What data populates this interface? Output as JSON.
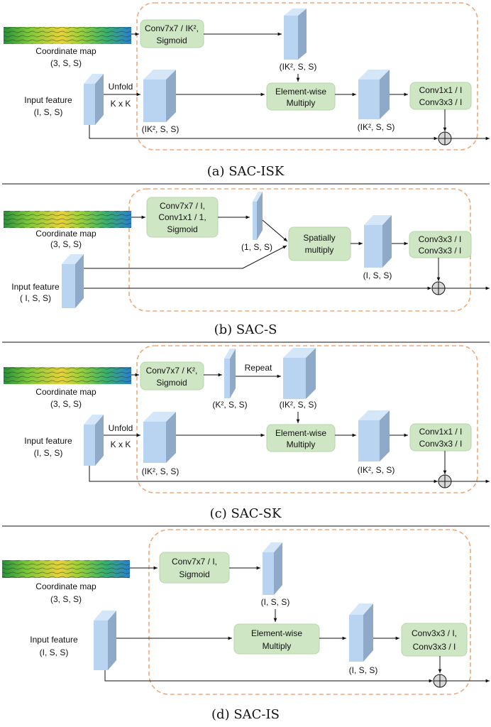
{
  "colors": {
    "block_front": "#b8d4f0",
    "block_side": "#8fa9c8",
    "op_box": "#cfe6c4",
    "container_dash": "#f0a878"
  },
  "panel_a": {
    "caption": "(a) SAC-ISK",
    "coord_label": "Coordinate map",
    "coord_shape": "(3, S, S)",
    "input_label": "Input feature",
    "input_shape": "(I, S, S)",
    "unfold": "Unfold",
    "kxk": "K x K",
    "conv_box_l1": "Conv7x7 / IK², ",
    "conv_box_l2": "Sigmoid",
    "top_shape": "(IK², S, S)",
    "unfold_shape": "(IK², S, S)",
    "mult_l1": "Element-wise",
    "mult_l2": "Multiply",
    "out_shape": "(IK², S, S)",
    "final_l1": "Conv1x1 / I",
    "final_l2": "Conv3x3 / I"
  },
  "panel_b": {
    "caption": "(b) SAC-S",
    "coord_label": "Coordinate map",
    "coord_shape": "(3, S, S)",
    "input_label": "Input feature",
    "input_shape": "( I, S, S)",
    "conv_l1": "Conv7x7 / I,",
    "conv_l2": "Conv1x1 / 1,",
    "conv_l3": "Sigmoid",
    "mask_shape": "(1, S, S)",
    "mult_l1": "Spatially",
    "mult_l2": "multiply",
    "out_shape": "(I, S, S)",
    "final_l1": "Conv3x3 / I",
    "final_l2": "Conv3x3 / I"
  },
  "panel_c": {
    "caption": "(c) SAC-SK",
    "coord_label": "Coordinate map",
    "coord_shape": "(3, S, S)",
    "input_label": "Input feature",
    "input_shape": "(I, S, S)",
    "conv_l1": "Conv7x7 / K²,",
    "conv_l2": "Sigmoid",
    "small_shape": "(K², S, S)",
    "repeat": "Repeat",
    "top_shape": "(IK², S, S)",
    "unfold": "Unfold",
    "kxk": "K x K",
    "unfold_shape": "(IK², S, S)",
    "mult_l1": "Element-wise",
    "mult_l2": "Multiply",
    "out_shape": "(IK², S, S)",
    "final_l1": "Conv1x1 / I",
    "final_l2": "Conv3x3 / I"
  },
  "panel_d": {
    "caption": "(d) SAC-IS",
    "coord_label": "Coordinate map",
    "coord_shape": "(3, S, S)",
    "input_label": "Input feature",
    "input_shape": "(I, S, S)",
    "conv_l1": "Conv7x7 / I,",
    "conv_l2": "Sigmoid",
    "top_shape": "(I, S, S)",
    "mult_l1": "Element-wise",
    "mult_l2": "Multiply",
    "out_shape": "(I, S, S)",
    "final_l1": "Conv3x3 / I,",
    "final_l2": "Conv3x3 / I"
  }
}
